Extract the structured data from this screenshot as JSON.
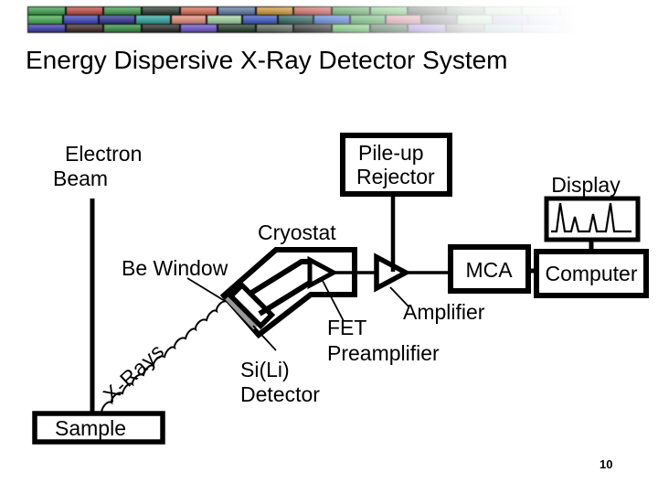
{
  "slide": {
    "title": "Energy Dispersive X-Ray Detector System",
    "page_number": "10"
  },
  "diagram": {
    "electron_beam": [
      "Electron",
      "Beam"
    ],
    "sample": "Sample",
    "x_rays": "X-Rays",
    "be_window": "Be Window",
    "si_li_detector": [
      "Si(Li)",
      "Detector"
    ],
    "cryostat": "Cryostat",
    "fet_preamplifier": [
      "FET",
      "Preamplifier"
    ],
    "amplifier": "Amplifier",
    "pile_up_rejector": [
      "Pile-up",
      "Rejector"
    ],
    "mca": "MCA",
    "computer": "Computer",
    "display": "Display"
  },
  "colors": {
    "diagram_line": "#000000",
    "be_window": "#999999",
    "text": "#000000",
    "background": "#ffffff"
  },
  "decorative_strip": {
    "background": "#141414",
    "rows": [
      [
        "#3aa34b",
        "#c4483e",
        "#3d9f4c",
        "#26352b",
        "#df6b55",
        "#5d7aa6",
        "#d89a35",
        "#d65c52",
        "#43a447",
        "#57c75b",
        "#20281f",
        "#2f6336",
        "#79cf7d",
        "#b8e0b0",
        "#e9a0a0",
        "#f2dada"
      ],
      [
        "#43b04f",
        "#3743bd",
        "#2c2f93",
        "#2aa9a2",
        "#ea8d7b",
        "#a6d9a6",
        "#3b57c9",
        "#1d5c59",
        "#3a70d9",
        "#36a546",
        "#d8707f",
        "#262833",
        "#80c985",
        "#5951c9",
        "#4c71d2",
        "#aadcab",
        "#eec2c2"
      ],
      [
        "#3537ad",
        "#3c2423",
        "#2f8f3b",
        "#232323",
        "#6d50cf",
        "#1e3b24",
        "#5e6d5e",
        "#262626",
        "#57c75b",
        "#1e5029",
        "#7b5bd2",
        "#2a2a33",
        "#2c908b",
        "#8c6cda",
        "#4c4cd2",
        "#a0aedc"
      ]
    ]
  }
}
